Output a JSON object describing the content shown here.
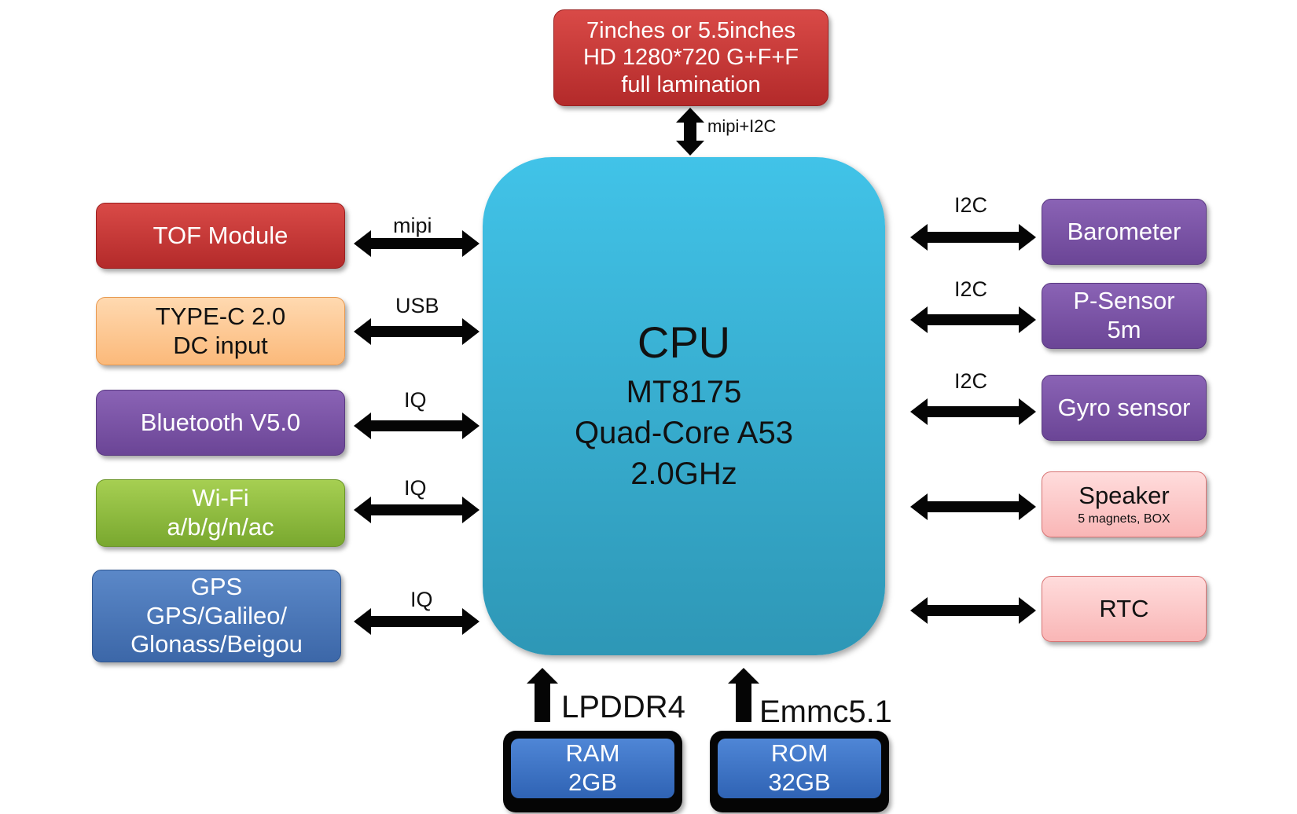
{
  "cpu": {
    "title": "CPU",
    "model": "MT8175",
    "core": "Quad-Core A53",
    "freq": "2.0GHz"
  },
  "display": {
    "line1": "7inches or 5.5inches",
    "line2": "HD 1280*720 G+F+F",
    "line3": "full lamination",
    "connection": "mipi+I2C"
  },
  "left_modules": [
    {
      "lines": [
        "TOF Module"
      ],
      "connection": "mipi"
    },
    {
      "lines": [
        "TYPE-C 2.0",
        "DC input"
      ],
      "connection": "USB"
    },
    {
      "lines": [
        "Bluetooth V5.0"
      ],
      "connection": "IQ"
    },
    {
      "lines": [
        "Wi-Fi",
        "a/b/g/n/ac"
      ],
      "connection": "IQ"
    },
    {
      "lines": [
        "GPS",
        "GPS/Galileo/",
        "Glonass/Beigou"
      ],
      "connection": "IQ"
    }
  ],
  "right_modules": [
    {
      "lines": [
        "Barometer"
      ],
      "connection": "I2C"
    },
    {
      "lines": [
        "P-Sensor",
        "5m"
      ],
      "connection": "I2C"
    },
    {
      "lines": [
        "Gyro sensor"
      ],
      "connection": "I2C"
    },
    {
      "lines": [
        "Speaker",
        "5 magnets, BOX"
      ],
      "connection": ""
    },
    {
      "lines": [
        "RTC"
      ],
      "connection": ""
    }
  ],
  "memory": [
    {
      "lines": [
        "RAM",
        "2GB"
      ],
      "connection": "LPDDR4"
    },
    {
      "lines": [
        "ROM",
        "32GB"
      ],
      "connection": "Emmc5.1"
    }
  ],
  "colors": {
    "cpu": "#3bb4d8",
    "red": "#c93a38",
    "purple": "#7b55a6",
    "green": "#8fbd41",
    "blue": "#4a78b8",
    "peach": "#fcc890",
    "pink": "#fbc6c6",
    "memory": "#3f74c4"
  }
}
